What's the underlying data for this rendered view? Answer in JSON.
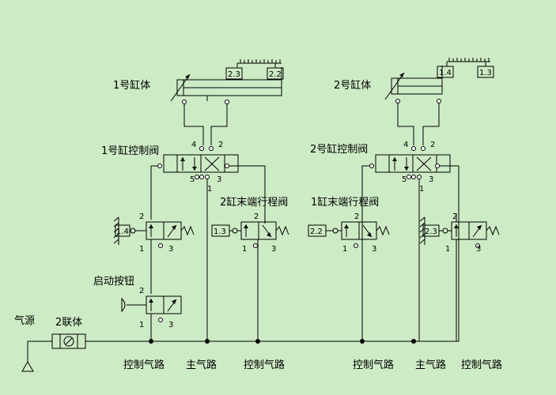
{
  "title": "",
  "cylinders": [
    {
      "label": "1号缸体",
      "scale_marks": [
        "2.3",
        "2.2"
      ]
    },
    {
      "label": "2号缸体",
      "scale_marks": [
        "1.4",
        "1.3"
      ]
    }
  ],
  "control_valves": [
    {
      "label": "1号缸控制阀",
      "ports": [
        "4",
        "2",
        "5",
        "3",
        "1"
      ]
    },
    {
      "label": "2号缸控制阀",
      "ports": [
        "4",
        "2",
        "5",
        "3",
        "1"
      ]
    }
  ],
  "travel_valves": [
    {
      "label": "2缸末端行程阀",
      "tag": "1.3",
      "ports": [
        "2",
        "1",
        "3"
      ]
    },
    {
      "label": "1缸末端行程阀",
      "tag": "2.2",
      "ports": [
        "2",
        "1",
        "3"
      ]
    }
  ],
  "limit_valves": [
    {
      "tag": "1.4",
      "ports": [
        "2",
        "1",
        "3"
      ]
    },
    {
      "tag": "2.3",
      "ports": [
        "2",
        "1",
        "3"
      ]
    }
  ],
  "start_button": {
    "label": "启动按钮",
    "ports": [
      "2",
      "1",
      "3"
    ]
  },
  "air_source": "气源",
  "triple_unit": "2联体",
  "lines": [
    "控制气路",
    "主气路",
    "控制气路",
    "控制气路",
    "主气路",
    "控制气路"
  ]
}
